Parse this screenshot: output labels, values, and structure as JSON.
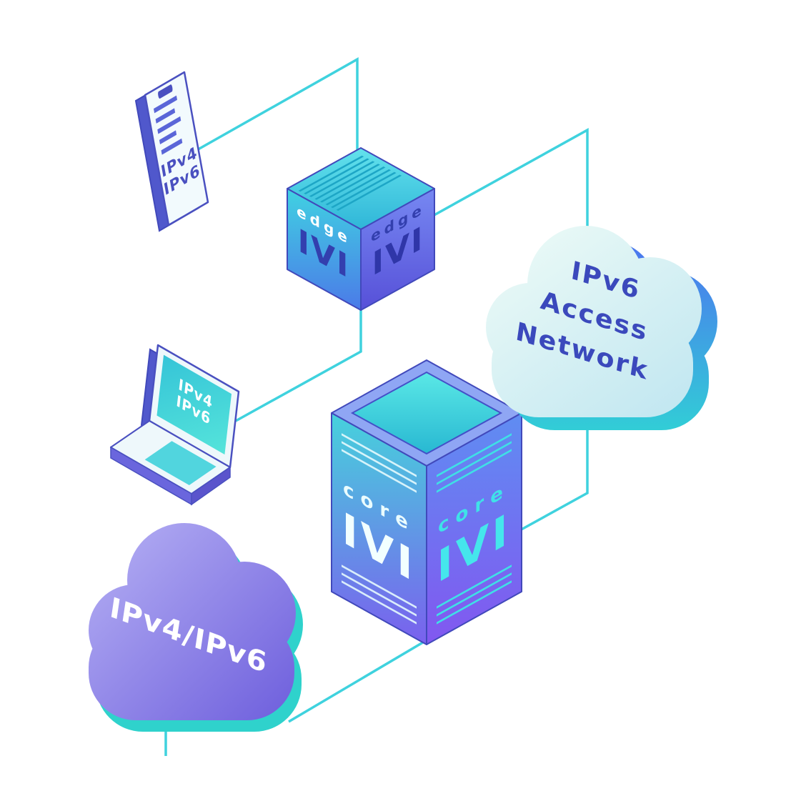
{
  "diagram": {
    "title": "IVI IPv4/IPv6 transition network illustration",
    "connector_color": "#3fd2de",
    "background_color": "#ffffff"
  },
  "colors": {
    "indigo_text": "#333fae",
    "cyan": "#3fd2de",
    "teal_shadow": "#2fd2cc",
    "mint_cloud": "#e4f7f5",
    "purple_cloud": "#7163e0",
    "white_text": "#ffffff"
  },
  "nodes": {
    "phone": {
      "kind": "smartphone",
      "label_lines": [
        "IPv4",
        "IPv6"
      ]
    },
    "edge_router": {
      "kind": "edge IVI translator cube",
      "role_label": "edge",
      "device_label": "IVI"
    },
    "access_cloud": {
      "kind": "IPv6 access network cloud",
      "label_lines": [
        "IPv6",
        "Access",
        "Network"
      ]
    },
    "laptop": {
      "kind": "laptop",
      "label_lines": [
        "IPv4",
        "IPv6"
      ]
    },
    "core_router": {
      "kind": "core IVI translator tower",
      "role_label": "core",
      "device_label": "IVI"
    },
    "internet_cloud": {
      "kind": "IPv4/IPv6 internet cloud",
      "label": "IPv4/IPv6"
    }
  }
}
